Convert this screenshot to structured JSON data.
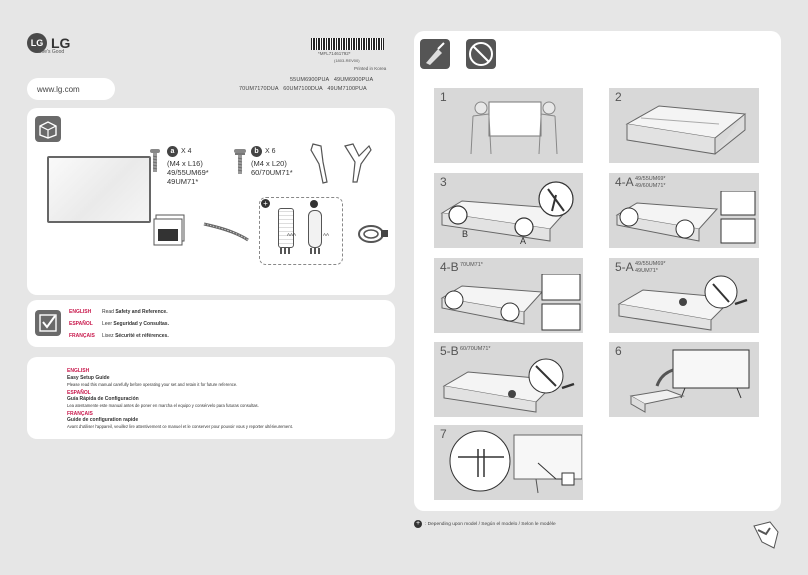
{
  "header": {
    "logo_mark": "LG",
    "logo_word": "LG",
    "tagline": "Life's Good",
    "url": "www.lg.com",
    "barcode_text": "*MFL71461792*",
    "revision": "(1803-REV00)",
    "printed": "Printed in Korea",
    "models_row1": "55UM6900PUA   49UM6900PUA",
    "models_row2": "70UM7170DUA   60UM7100DUA   49UM7100PUA"
  },
  "parts": {
    "screw_a_badge": "a",
    "screw_a_count": "X 4",
    "screw_a_spec": "(M4 x L16)",
    "screw_a_models1": "49/55UM69*",
    "screw_a_models2": "49UM71*",
    "screw_b_badge": "b",
    "screw_b_count": "X 6",
    "screw_b_spec": "(M4 x L20)",
    "screw_b_models": "60/70UM71*",
    "battery_left": "AAA",
    "battery_right": "AA"
  },
  "safety": {
    "rows": [
      {
        "lang": "ENGLISH",
        "pre": "Read ",
        "bold": "Safety and Reference."
      },
      {
        "lang": "ESPAÑOL",
        "pre": "Leer ",
        "bold": "Seguridad y Consultas."
      },
      {
        "lang": "FRANÇAIS",
        "pre": "Lisez ",
        "bold": "Sécurité et références."
      }
    ]
  },
  "guide": {
    "blocks": [
      {
        "lang": "ENGLISH",
        "title": "Easy Setup Guide",
        "body": "Please read this manual carefully before operating your set and retain it for future reference."
      },
      {
        "lang": "ESPAÑOL",
        "title": "Guía Rápida de Configuración",
        "body": "Lea atentamente este manual antes de poner en marcha el equipo y consérvelo para futuras consultas."
      },
      {
        "lang": "FRANÇAIS",
        "title": "Guide de configuration rapide",
        "body": "Avant d'utiliser l'appareil, veuillez lire attentivement ce manuel et le conserver pour pouvoir vous y reporter ultérieurement."
      }
    ]
  },
  "steps": {
    "s1": "1",
    "s2": "2",
    "s3": "3",
    "s3_a": "A",
    "s3_b": "B",
    "s4a": "4-A",
    "s4a_models1": "49/55UM69*",
    "s4a_models2": "49/60UM71*",
    "s4b": "4-B",
    "s4b_models": "70UM71*",
    "s5a": "5-A",
    "s5a_models1": "49/55UM69*",
    "s5a_models2": "49UM71*",
    "s5b": "5-B",
    "s5b_models": "60/70UM71*",
    "s6": "6",
    "s7": "7"
  },
  "footer": {
    "note": ": Depending upon model / Según el modelo / Selon le modèle"
  }
}
